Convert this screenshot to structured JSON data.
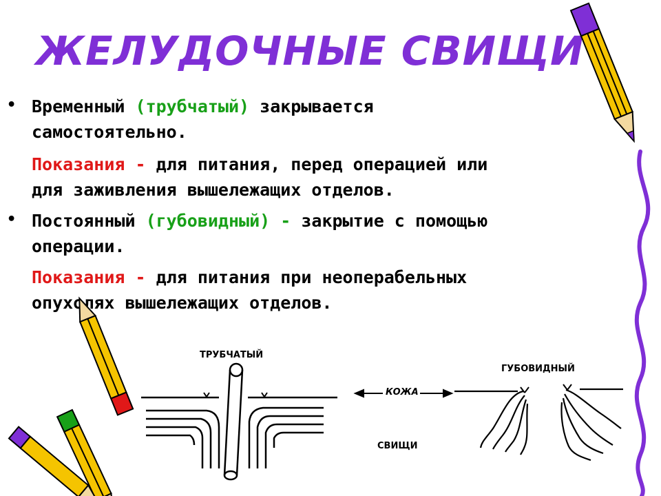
{
  "slide": {
    "title": "ЖЕЛУДОЧНЫЕ СВИЩИ",
    "bullets": [
      {
        "lines": [
          {
            "parts": [
              {
                "text": "Временный ",
                "color": "black"
              },
              {
                "text": "(трубчатый)",
                "color": "green"
              },
              {
                "text": " закрывается",
                "color": "black"
              }
            ]
          },
          {
            "parts": [
              {
                "text": "самостоятельно.",
                "color": "black"
              }
            ]
          }
        ],
        "sub_lines": [
          {
            "parts": [
              {
                "text": "Показания - ",
                "color": "red"
              },
              {
                "text": "для питания, перед операцией или",
                "color": "black"
              }
            ]
          },
          {
            "parts": [
              {
                "text": "для заживления вышележащих отделов.",
                "color": "black"
              }
            ]
          }
        ]
      },
      {
        "lines": [
          {
            "parts": [
              {
                "text": "Постоянный ",
                "color": "black"
              },
              {
                "text": "(губовидный) -",
                "color": "green"
              },
              {
                "text": "  закрытие с помощью",
                "color": "black"
              }
            ]
          },
          {
            "parts": [
              {
                "text": "операции.",
                "color": "black"
              }
            ]
          }
        ],
        "sub_lines": [
          {
            "parts": [
              {
                "text": "Показания - ",
                "color": "red"
              },
              {
                "text": "для питания при неоперабельных",
                "color": "black"
              }
            ]
          },
          {
            "parts": [
              {
                "text": "опухолях вышележащих отделов.",
                "color": "black"
              }
            ]
          }
        ]
      }
    ],
    "diagram": {
      "label_tubular": "ТРУБЧАТЫЙ",
      "label_lip": "ГУБОВИДНЫЙ",
      "label_skin": "КОЖА",
      "label_fistulas": "СВИЩИ"
    },
    "colors": {
      "title": "#7f2fd6",
      "accent_green": "#18a018",
      "accent_red": "#e01818",
      "pencil_body": "#f5c400",
      "pencil_edge": "#7f2fd6"
    },
    "icons": [
      "pencil-icon-top-right",
      "pencil-icon-bottom-left-1",
      "pencil-icon-bottom-left-2",
      "purple-wave-decoration"
    ]
  }
}
